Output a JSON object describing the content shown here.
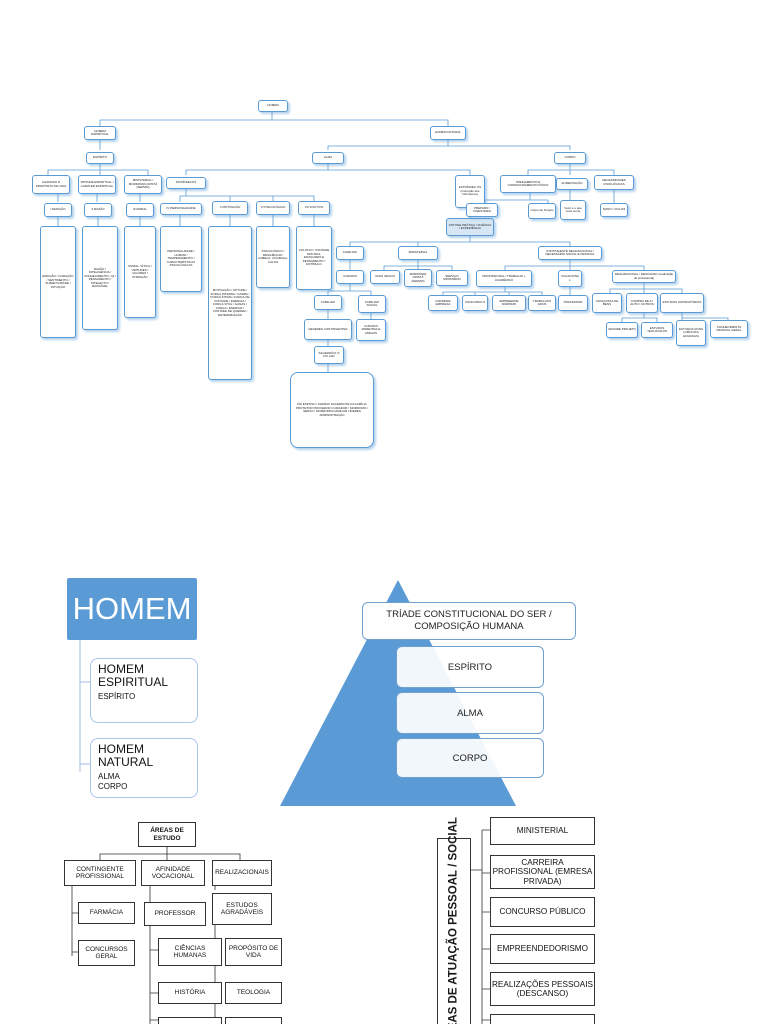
{
  "org": {
    "root": "HOMEM",
    "homem_espiritual": "HOMEM ESPIRITUAL",
    "espirito": "ESPÍRITO",
    "chamado": "CHAMADO E PROPÓSITO DE VIDA",
    "virtude": "VIRTUDE ESPIRITUAL / CARÁTER ESPIRITUAL",
    "ministerial_mordomia": "MINISTERIAL / MORDOMIA CRISTÃ (SERVIR)",
    "i_emocao": "I EMOÇÃO",
    "ii_razao": "II RAZÃO",
    "iii_moral": "III MORAL",
    "emocao_desc": "EMOÇÃO / CORAÇÃO / SENTIMENTO / SUBJETIVIDADE / INTUIÇÃO",
    "razao_desc": "RAZÃO / INTELIGÊNCIA / CONHECIMENTO / QI / PENSAMENTO / INTELECTO / RAZOÁVEL",
    "moral_desc": "MORAL / ÉTICA / VIRTUDES / VALORES / INTENÇÃO",
    "intrinsecos": "INTRÍNSECOS",
    "iv_personalidade": "IV PERSONALIDADE",
    "personalidade_desc": "PERSONALIDADE / HUMOR / TEMPERAMENTO / CARACTERÍSTICAS PSICOLÓGICAS",
    "v_motivacao": "V MOTIVAÇÃO",
    "motivacao_desc": "MOTIVAÇÃO / ATITUDE / FORÇA INTERNA / GARRA / FORÇA ÍNTIMA / FORÇA DE VONTADE / ENERGIA / FORÇA VITAL / GANAS / FORÇA / ENERGIA / VONTADE DE QUERER / DETERMINAÇÃO",
    "vi_psicologico": "VI PSICOLÓGICO",
    "psicologico_desc": "PSICOLÓGICO / RESILIÊNCIA / CABEÇA, COURAÇA, CALOS",
    "vii_volitivo": "VII VOLITIVO",
    "volitivo_desc": "VOLITIVO / VONTADE NATURAL, FAMILIARES E PENSAMENTO / ESTÍMULO",
    "homem_natural": "HOMEM NATURAL",
    "alma": "ALMA",
    "corpo": "CORPO",
    "extrinsecos": "EXTRÍNSEC OS (Instrução dos Intrínsecos)",
    "atitude_pratica": "ATITUDE PRÁTICA / VIVÊNCIA / EXPERIÊNCIA",
    "treinamento": "TREINAMENTO E CONDICIONAMENTO FÍSICO",
    "alimentacao": "ALIMENTAÇÃO",
    "necessidades": "NECESSIDADES FISIOLÓGICAS",
    "preparo": "PREPARO / CINESTERIA",
    "corpo_templo": "Corpo de Templo",
    "voce_e": "Você é o que você come",
    "sono": "SONO / CICLOS",
    "familiar": "FAMILIAR",
    "ministerial": "MINISTERIAL",
    "contingente": "CONTINGENTE REALIZACIONAL / NECESSÁRIO SOCIAL E PESSOAL",
    "cuidado": "CUIDADO",
    "vaso_oraco": "VASO ORACO",
    "mordomia_crista": "MORDOMIA CRISTÃ (SERVIR)",
    "servico_ministerio": "SERVIÇO MINISTÉRIO",
    "profissional": "PROFISSIONAL / TRABALHO + ACADÊMICO",
    "vocacional": "VOCACIONA L",
    "realizacional": "REALIZACIONAL / DESCANSO (realização do profissional)",
    "carreira_empresa": "CARREIRA EMPRESA",
    "concurso": "CONCURSO S",
    "empreendedorismo": "EMPREENDE DORISMO",
    "trabalhos_afins": "TRABALHOS AFINS",
    "professor": "PROFESSOR",
    "conquista_bens": "CONQUISTA DE BENS",
    "compra_auto": "COMPRA DE A / AUTO / OUTROS",
    "estudos_satisfatorios": "ESTUDOS SATISFATÓRIOS",
    "grande_projeto": "GRANDE PROJETO",
    "estudos_teologicos": "ESTUDOS TEOLÓGICOS",
    "estudos_afins": "ESTUDOS AFINS (CIÊNCIAS HUMANAS)",
    "conhecimento_pessoal": "CONHECIMENTO PESSOAL GERAL",
    "familiar2": "FAMILIAR",
    "familiar_social": "FAMILIAR SOCIAL",
    "deveres": "DEVERES CONTINGENTES",
    "cuidado_parentes": "CUIDADO PARENTES E AMIGOS",
    "sacerdocio": "SACERDÓCI O DO LAR",
    "pai_desc": "PAI ESPOSO / MARIDO SACERDOTE DA FAMÍLIA PROTETOR PROVEDOR CUIDADOR / MORDOMO / SERVO / MORDOMIA FAMILIAR LÍDERES ADMINISTRAÇÃO"
  },
  "homem": {
    "title": "HOMEM",
    "espiritual": "HOMEM ESPIRITUAL",
    "espirito": "ESPÍRITO",
    "natural": "HOMEM NATURAL",
    "alma": "ALMA",
    "corpo": "CORPO"
  },
  "pyramid": {
    "title": "TRÍADE CONSTITUCIONAL DO SER / COMPOSIÇÃO HUMANA",
    "levels": [
      "ESPÍRITO",
      "ALMA",
      "CORPO"
    ],
    "color": "#5b9bd5"
  },
  "estudo": {
    "root": "ÁREAS DE ESTUDO",
    "contingente": "CONTINGENTE PROFISSIONAL",
    "afinidade": "AFINIDADE VOCACIONAL",
    "realizacionais": "REALIZACIONAIS",
    "farmacia": "FARMÁCIA",
    "concursos": "CONCURSOS GERAL",
    "professor": "PROFESSOR",
    "ciencias": "CIÊNCIAS HUMANAS",
    "historia": "HISTÓRIA",
    "estudos_agradaveis": "ESTUDOS AGRADÁVEIS",
    "proposito": "PROPÓSITO DE VIDA",
    "teologia": "TEOLOGIA"
  },
  "atuacao": {
    "label": "ÁREAS DE ATUAÇÃO PESSOAL / SOCIAL",
    "items": [
      "MINISTERIAL",
      "CARREIRA PROFISSIONAL (EMRESA PRIVADA)",
      "CONCURSO PÚBLICO",
      "EMPREENDEDORISMO",
      "REALIZAÇÕES PESSOAIS (DESCANSO)"
    ]
  }
}
